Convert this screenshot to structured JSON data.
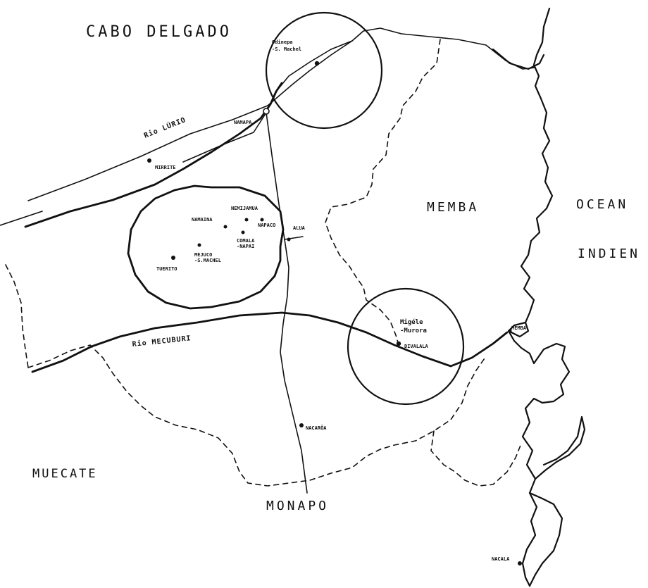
{
  "regions": {
    "cabo_delgado": "CABO DELGADO",
    "memba": "MEMBA",
    "ocean": "OCEAN",
    "indien": "INDIEN",
    "muecate": "MUECATE",
    "monapo": "MONAPO"
  },
  "rivers": {
    "lurio": "Rio LÚRIO",
    "mecuburi": "Rio MECUBURI"
  },
  "places": {
    "odinepa": "Odinepa",
    "odinepa_2": "-S. Machel",
    "namapa": "NAMAPA",
    "mirrite": "MIRRITE",
    "nemijamua": "NEMIJAMUA",
    "namaina": "NAMAINA",
    "napaco": "NAPACO",
    "alua": "ALUA",
    "comala": "COMALA",
    "comala_2": "-NAPAI",
    "mejuco": "MEJUCO",
    "mejuco_2": "-S.MACHEL",
    "tuerite": "TUERITO",
    "migele": "Migéle",
    "migele_2": "-Murora",
    "divalala": "DIVALALA",
    "memba_town": "MEMBA",
    "nacaroa": "NACARÔA",
    "nacala": "NACALA"
  }
}
